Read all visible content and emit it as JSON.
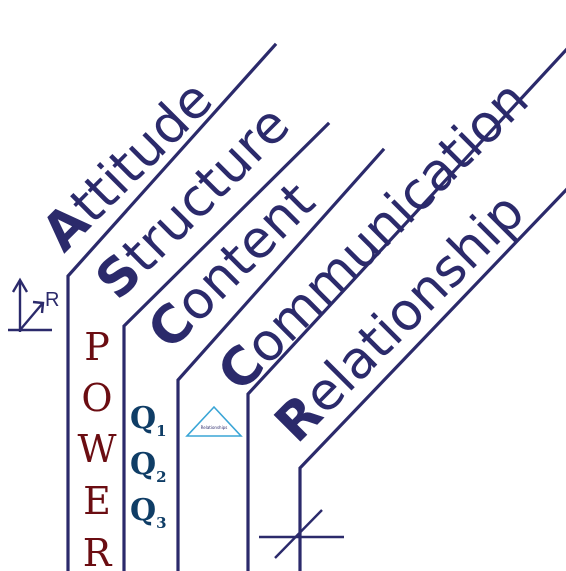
{
  "colors": {
    "navy": "#2b2a6b",
    "maroon": "#6b0d12",
    "q_blue": "#0f3d66",
    "triangle": "#3aa5d6"
  },
  "layers": [
    {
      "id": "attitude",
      "initial": "A",
      "rest": "ttitude"
    },
    {
      "id": "structure",
      "initial": "S",
      "rest": "tructure"
    },
    {
      "id": "content",
      "initial": "C",
      "rest": "ontent"
    },
    {
      "id": "communication",
      "initial": "C",
      "rest": "ommunication"
    },
    {
      "id": "relationship",
      "initial": "R",
      "rest": "elationship"
    }
  ],
  "power_letters": [
    "P",
    "O",
    "W",
    "E",
    "R"
  ],
  "questions": [
    {
      "letter": "Q",
      "sub": "1"
    },
    {
      "letter": "Q",
      "sub": "2"
    },
    {
      "letter": "Q",
      "sub": "3"
    }
  ],
  "axis_icon": {
    "label": "R"
  },
  "triangle_icon": {
    "label": "Relationships",
    "icon": "triangle-icon"
  },
  "cross_icon": {
    "icon": "crosshair-icon"
  }
}
